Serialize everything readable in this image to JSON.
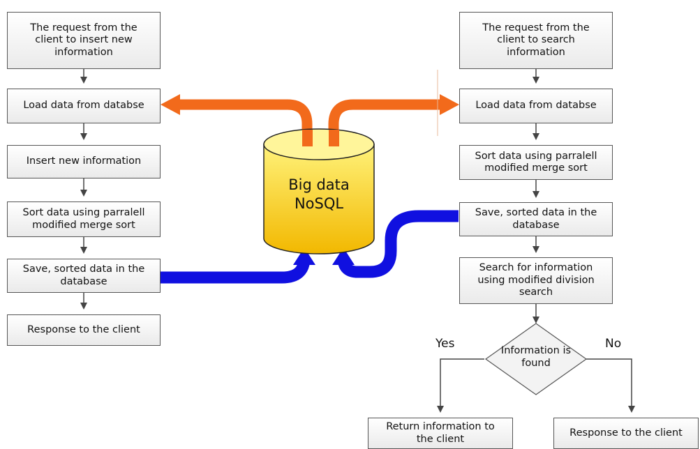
{
  "left_flow": [
    "The request from the\nclient to insert new\ninformation",
    "Load data from databse",
    "Insert new information",
    "Sort data using parralell\nmodified merge sort",
    "Save, sorted data in the\ndatabase",
    "Response to the  client"
  ],
  "right_flow": [
    "The request from the\nclient to search\ninformation",
    "Load data from databse",
    "Sort data using parralell\nmodified merge sort",
    "Save, sorted data in the\ndatabase",
    "Search for information\nusing modified division\nsearch"
  ],
  "decision": {
    "text": "Information is\nfound",
    "yes_label": "Yes",
    "no_label": "No",
    "yes_result": "Return information to\nthe  client",
    "no_result": "Response to the  client"
  },
  "database": {
    "label": "Big data\nNoSQL"
  },
  "colors": {
    "load_arrow": "#f26a1b",
    "save_arrow": "#1010e0",
    "db_fill_top": "#fff27a",
    "db_fill_bottom": "#f2b800"
  }
}
